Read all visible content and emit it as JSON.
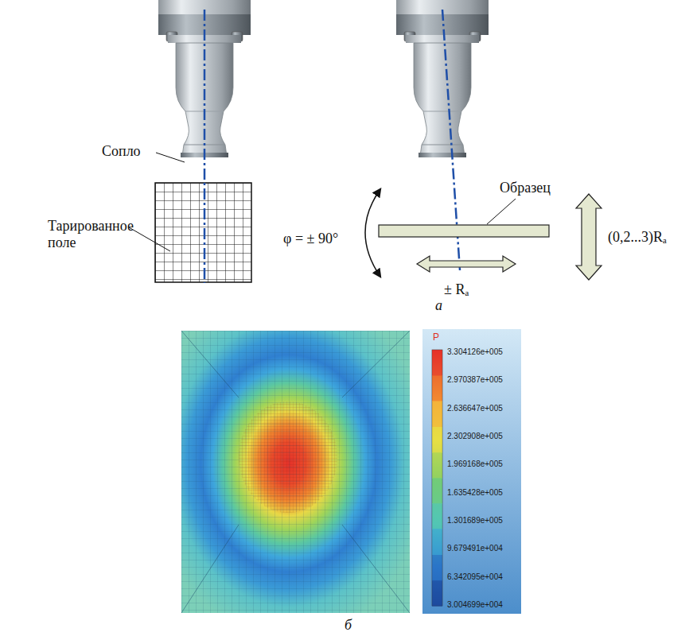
{
  "diagram": {
    "labels": [
      "Сопло",
      "Тарированное поле",
      "Образец",
      "φ = ± 90°",
      "± Rₐ",
      "(0,2...3)Rₐ",
      "а",
      "P",
      "б"
    ],
    "legend": [
      {
        "text": "3.304126e+005",
        "color": "#e5322a"
      },
      {
        "text": "2.970387e+005",
        "color": "#ef6a2a"
      },
      {
        "text": "2.636647e+005",
        "color": "#f4b23a"
      },
      {
        "text": "2.302908e+005",
        "color": "#e8df44"
      },
      {
        "text": "1.969168e+005",
        "color": "#a6d656"
      },
      {
        "text": "1.635428e+005",
        "color": "#6ccc7e"
      },
      {
        "text": "1.301689e+005",
        "color": "#52c6b4"
      },
      {
        "text": "9.679491e+004",
        "color": "#3aa8dc"
      },
      {
        "text": "6.342095e+004",
        "color": "#2a74c8"
      },
      {
        "text": "3.004699e+004",
        "color": "#1d4a9e"
      }
    ]
  }
}
